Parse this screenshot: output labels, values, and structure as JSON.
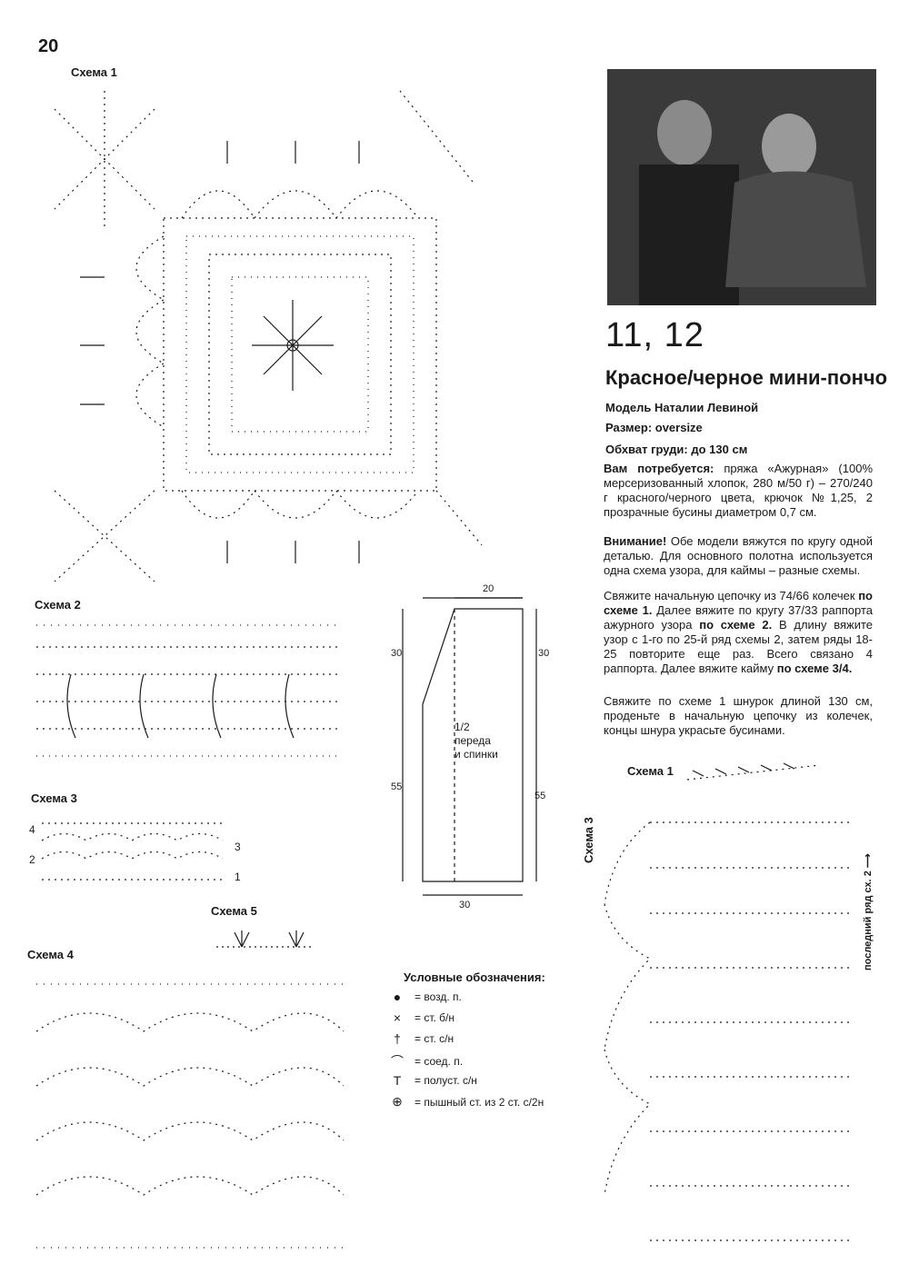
{
  "page_number": "20",
  "schemes": {
    "s1_left": "Схема 1",
    "s2": "Схема 2",
    "s3": "Схема 3",
    "s4": "Схема 4",
    "s5": "Схема 5",
    "s1_right": "Схема 1",
    "s3_right": "Схема 3",
    "s3_right_note": "последний ряд сх. 2 ⟶"
  },
  "scheme3_row_numbers": [
    "4",
    "3",
    "2",
    "1"
  ],
  "pattern": {
    "label_main": "1/2\nпереда\nи спинки",
    "label_line1": "1/2",
    "label_line2": "переда",
    "label_line3": "и спинки",
    "dim_top": "20",
    "dim_left_upper": "30",
    "dim_right_upper": "30",
    "dim_left_lower": "55",
    "dim_right_lower": "55",
    "dim_bottom": "30"
  },
  "article": {
    "number": "11, 12",
    "title": "Красное/черное мини-пончо",
    "model": "Модель Наталии Левиной",
    "size": "Размер: oversize",
    "chest": "Обхват груди: до 130 см",
    "needs_label": "Вам потребуется:",
    "needs_text": " пряжа «Ажурная» (100% мерсеризованный хлопок, 280 м/50 г) – 270/240 г красного/черного цвета, крючок №1,25, 2 прозрачные бусины диаметром 0,7 см.",
    "attention_label": "Внимание!",
    "attention_text": " Обе модели вяжутся по кругу одной деталью. Для основного полотна используется одна схема узора, для каймы – разные схемы.",
    "p3_a": "Свяжите начальную цепочку из 74/66 колечек ",
    "p3_b": "по схеме 1.",
    "p3_c": " Далее вяжите по кругу 37/33 раппорта ажурного узора ",
    "p3_d": "по схеме 2.",
    "p3_e": " В длину вяжите узор с 1-го по 25-й ряд схемы 2, затем ряды 18-25 повторите еще раз. Всего связано 4 раппорта. Далее вяжите кайму ",
    "p3_f": "по схеме 3/4.",
    "p4": "Свяжите по схеме 1 шнурок длиной 130 см, проденьте в начальную цепочку из колечек, концы шнура украсьте бусинами."
  },
  "legend": {
    "title": "Условные обозначения:",
    "items": [
      {
        "symbol": "●",
        "text": "= возд. п."
      },
      {
        "symbol": "×",
        "text": "= ст. б/н"
      },
      {
        "symbol": "†",
        "text": "= ст. с/н"
      },
      {
        "symbol": "⌒",
        "text": "= соед. п."
      },
      {
        "symbol": "T",
        "text": "= полуст. с/н"
      },
      {
        "symbol": "⊕",
        "text": "= пышный ст. из 2 ст. с/2н"
      }
    ]
  },
  "colors": {
    "ink": "#1a1a1a",
    "photo_bg": "#3a3a3a"
  }
}
